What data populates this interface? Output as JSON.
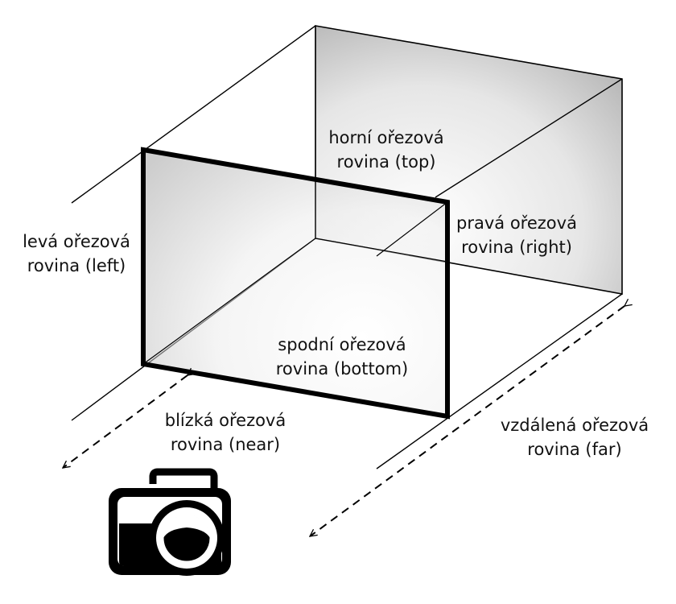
{
  "diagram": {
    "labels": {
      "top": {
        "line1": "horní ořezová",
        "line2": "rovina (top)"
      },
      "right": {
        "line1": "pravá ořezová",
        "line2": "rovina (right)"
      },
      "left": {
        "line1": "levá ořezová",
        "line2": "rovina (left)"
      },
      "bottom": {
        "line1": "spodní ořezová",
        "line2": "rovina (bottom)"
      },
      "near": {
        "line1": "blízká ořezová",
        "line2": "rovina (near)"
      },
      "far": {
        "line1": "vzdálená ořezová",
        "line2": "rovina (far)"
      }
    },
    "icons": {
      "camera": "camera-icon"
    },
    "colors": {
      "ink": "#000000",
      "plane_light": "#ffffff",
      "plane_dark": "#a8a8a8"
    }
  }
}
